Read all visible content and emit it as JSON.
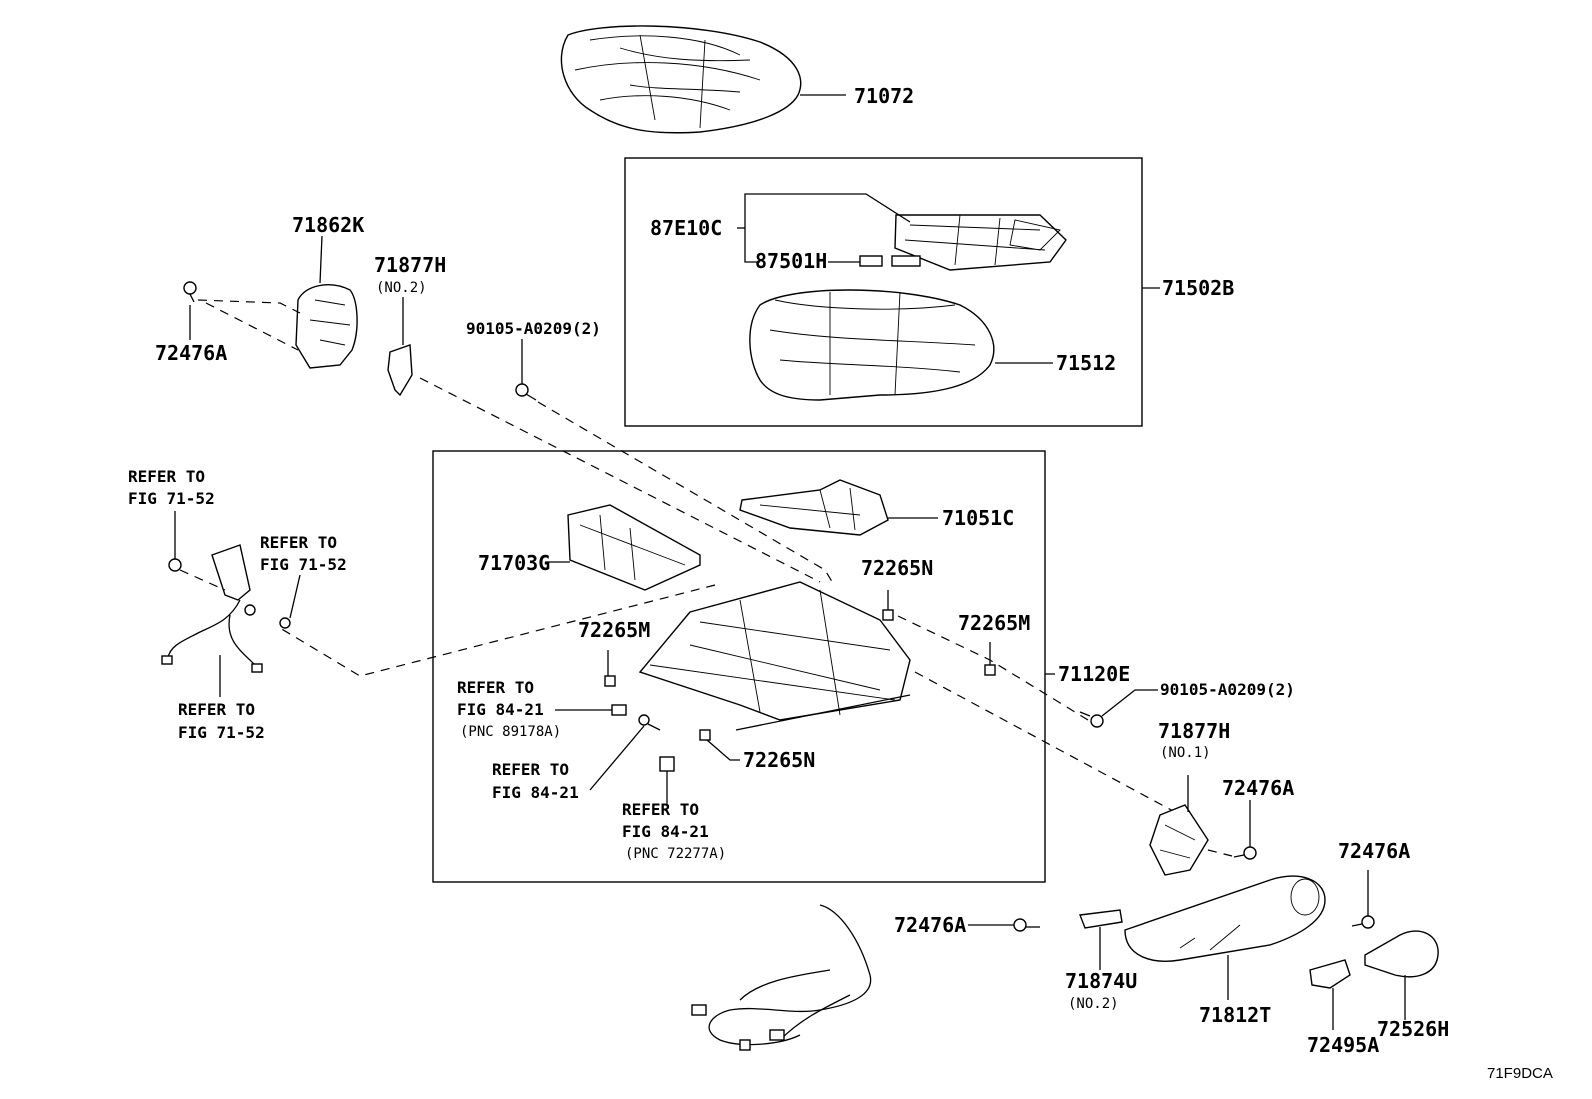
{
  "labels": {
    "p71072": "71072",
    "p87E10C": "87E10C",
    "p87501H": "87501H",
    "p71502B": "71502B",
    "p71512": "71512",
    "p71862K": "71862K",
    "p71877H_a": "71877H",
    "no2_a": "(NO.2)",
    "p72476A_a": "72476A",
    "p90105_a": "90105-A0209(2)",
    "refer_a1": "REFER TO",
    "refer_a2": "FIG 71-52",
    "refer_b1": "REFER TO",
    "refer_b2": "FIG 71-52",
    "refer_c1": "REFER TO",
    "refer_c2": "FIG 71-52",
    "p71051C": "71051C",
    "p71703G": "71703G",
    "p72265N_a": "72265N",
    "p72265M_a": "72265M",
    "p72265M_b": "72265M",
    "p71120E": "71120E",
    "refer_d1": "REFER TO",
    "refer_d2": "FIG 84-21",
    "refer_d3": "(PNC 89178A)",
    "refer_e1": "REFER TO",
    "refer_e2": "FIG 84-21",
    "refer_f1": "REFER TO",
    "refer_f2": "FIG 84-21",
    "refer_f3": "(PNC 72277A)",
    "p72265N_b": "72265N",
    "p90105_b": "90105-A0209(2)",
    "p71877H_b": "71877H",
    "no1_b": "(NO.1)",
    "p72476A_b": "72476A",
    "p72476A_c": "72476A",
    "p72476A_d": "72476A",
    "p71874U": "71874U",
    "no2_c": "(NO.2)",
    "p71812T": "71812T",
    "p72495A": "72495A",
    "p72526H": "72526H",
    "diagram_code": "71F9DCA"
  }
}
